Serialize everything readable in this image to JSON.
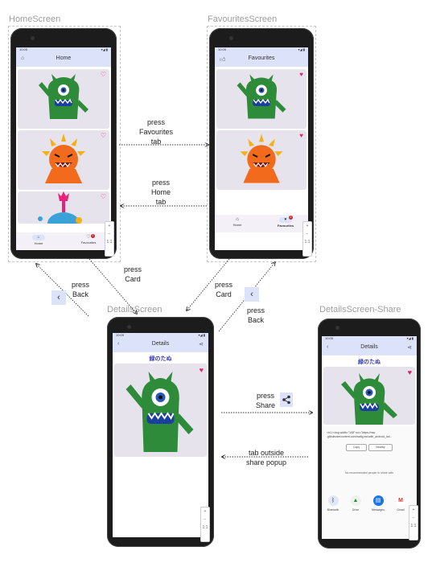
{
  "frames": {
    "home": "HomeScreen",
    "favourites": "FavouritesScreen",
    "details": "DetailsScreen",
    "share": "DetailsScreen-Share"
  },
  "status": {
    "time": "10:05",
    "signal": "▾◢ ▮"
  },
  "home_screen": {
    "title": "Home",
    "nav_home": "Home",
    "nav_favourites": "Favourites",
    "badge": "1"
  },
  "favourites_screen": {
    "title": "Favourites",
    "nav_home": "Home",
    "nav_favourites": "Favourites",
    "badge": "2"
  },
  "details_screen": {
    "title": "Details",
    "name": "緑のたぬ"
  },
  "share_screen": {
    "title": "Details",
    "name": "緑のたぬ",
    "html_line1": "<h1><img width=\"108\" src=\"https://raw",
    "html_line2": ".githubusercontent.com/wafig-inc/with_android_lcd...",
    "copy_label": "Copy",
    "nearby_label": "Nearby",
    "hint": "No recommended people to share with",
    "apps": [
      "Bluetooth",
      "Drive",
      "Messages",
      "Gmail"
    ]
  },
  "emulator_controls": {
    "plus": "+",
    "minus": "−",
    "ratio": "1:1"
  },
  "transitions": {
    "home_to_fav": "press\nFavourites\ntab",
    "fav_to_home": "press\nHome\ntab",
    "home_to_details": "press\nCard",
    "details_to_home": "press\nBack",
    "fav_to_details": "press\nCard",
    "details_to_fav": "press\nBack",
    "details_to_share": "press\nShare",
    "share_to_details": "tab outside\nshare popup"
  },
  "colors": {
    "appbar": "#dde2fb",
    "heart": "#e0246a",
    "monster_green": "#2e8b3a",
    "monster_orange": "#f26a1b"
  }
}
